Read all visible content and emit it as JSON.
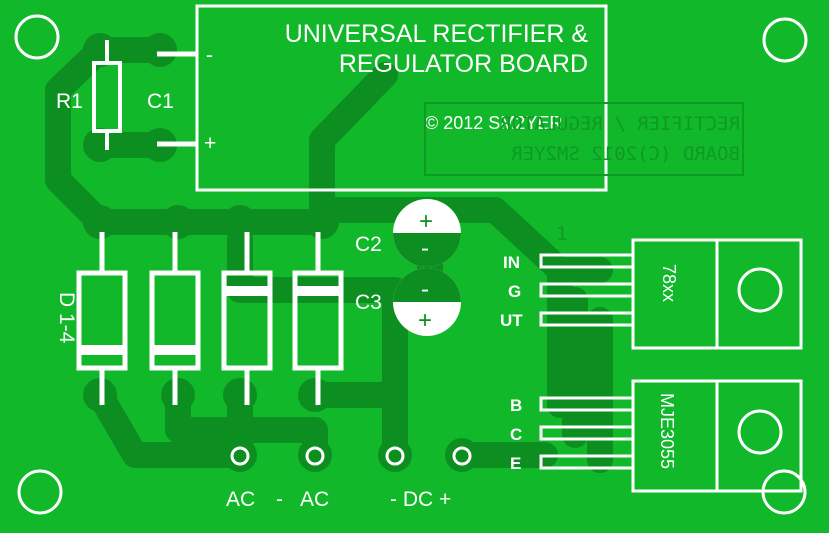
{
  "colors": {
    "board": "#11b82a",
    "trace": "#0c8f20",
    "silkscreen": "#ffffff",
    "back_text": "#0f9a24"
  },
  "title": {
    "line1": "UNIVERSAL RECTIFIER &",
    "line2": "REGULATOR BOARD"
  },
  "copyright": "© 2012 SM2YER",
  "mirrored_back_text": {
    "line1": "RECTIFIER / REGULATOR",
    "line2": "BOARD (C)2012 SM2YER"
  },
  "components": {
    "r1": "R1",
    "c1": "C1",
    "c1_minus": "-",
    "c1_plus": "+",
    "c2": "C2",
    "c3": "C3",
    "c2_plus": "+",
    "c2_minus": "-",
    "c3_minus": "-",
    "c3_plus": "+",
    "diodes": "D 1-4",
    "reg_78": "78xx",
    "transistor": "MJE3055",
    "pin1_mark": "1"
  },
  "regulator_pins": [
    "IN",
    "G",
    "UT"
  ],
  "transistor_pins": [
    "B",
    "C",
    "E"
  ],
  "connectors": {
    "ac_label_left": "AC",
    "ac_sep": "-",
    "ac_label_right": "AC",
    "dc_label": "- DC +"
  }
}
